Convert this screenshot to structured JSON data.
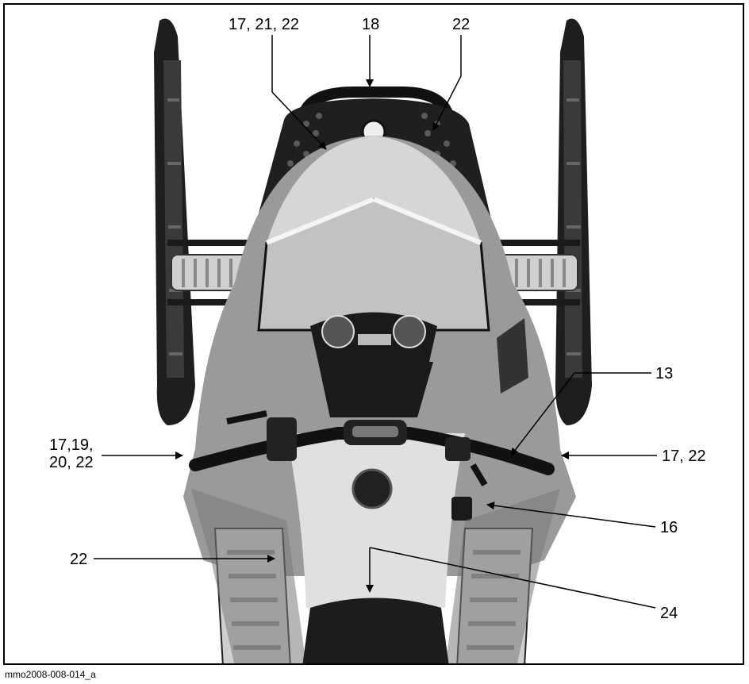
{
  "callouts": {
    "c17_21_22": "17, 21, 22",
    "c18": "18",
    "c22_top": "22",
    "c13": "13",
    "c17_19_line1": "17,19,",
    "c17_19_line2": "20, 22",
    "c17_22": "17, 22",
    "c16": "16",
    "c22_left": "22",
    "c24": "24"
  },
  "caption": "mmo2008-008-014_a",
  "colors": {
    "frame": "#000000",
    "body_light": "#d9d9d9",
    "body_mid": "#9a9a9a",
    "body_dark": "#2a2a2a"
  }
}
